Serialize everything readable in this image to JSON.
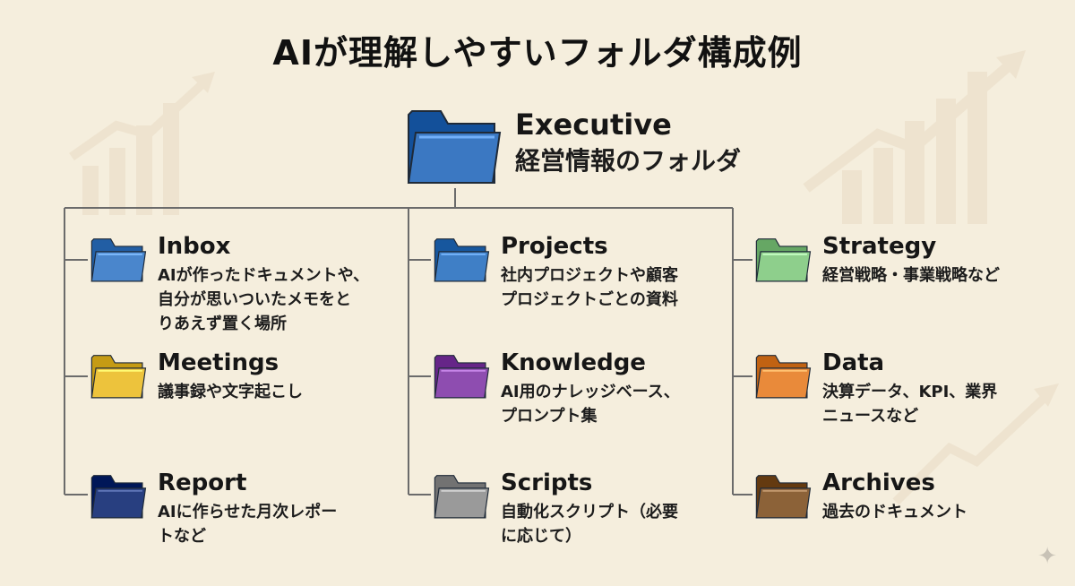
{
  "title": "AIが理解しやすいフォルダ構成例",
  "root": {
    "name": "Executive",
    "desc": "経営情報のフォルダ",
    "icon": "folder-icon",
    "color": "#3b78c2"
  },
  "columns": [
    {
      "folders": [
        {
          "name": "Inbox",
          "desc_lines": [
            "AIが作ったドキュメントや、",
            "自分が思いついたメモをと",
            "りあえず置く場所"
          ],
          "icon": "folder-icon",
          "color": "#4a86cc"
        },
        {
          "name": "Meetings",
          "desc_lines": [
            "議事録や文字起こし"
          ],
          "icon": "folder-icon",
          "color": "#edc33c"
        },
        {
          "name": "Report",
          "desc_lines": [
            "AIに作らせた月次レポー",
            "トなど"
          ],
          "icon": "folder-icon",
          "color": "#283f80"
        }
      ]
    },
    {
      "folders": [
        {
          "name": "Projects",
          "desc_lines": [
            "社内プロジェクトや顧客",
            "プロジェクトごとの資料"
          ],
          "icon": "folder-icon",
          "color": "#3f7fc6"
        },
        {
          "name": "Knowledge",
          "desc_lines": [
            "AI用のナレッジベース、",
            "プロンプト集"
          ],
          "icon": "folder-icon",
          "color": "#8e4db0"
        },
        {
          "name": "Scripts",
          "desc_lines": [
            "自動化スクリプト（必要",
            "に応じて）"
          ],
          "icon": "folder-icon",
          "color": "#9a9a9a"
        }
      ]
    },
    {
      "folders": [
        {
          "name": "Strategy",
          "desc_lines": [
            "経営戦略・事業戦略など"
          ],
          "icon": "folder-icon",
          "color": "#8ecf8c"
        },
        {
          "name": "Data",
          "desc_lines": [
            "決算データ、KPI、業界",
            "ニュースなど"
          ],
          "icon": "folder-icon",
          "color": "#e98a3a"
        },
        {
          "name": "Archives",
          "desc_lines": [
            "過去のドキュメント"
          ],
          "icon": "folder-icon",
          "color": "#8c6238"
        }
      ]
    }
  ]
}
